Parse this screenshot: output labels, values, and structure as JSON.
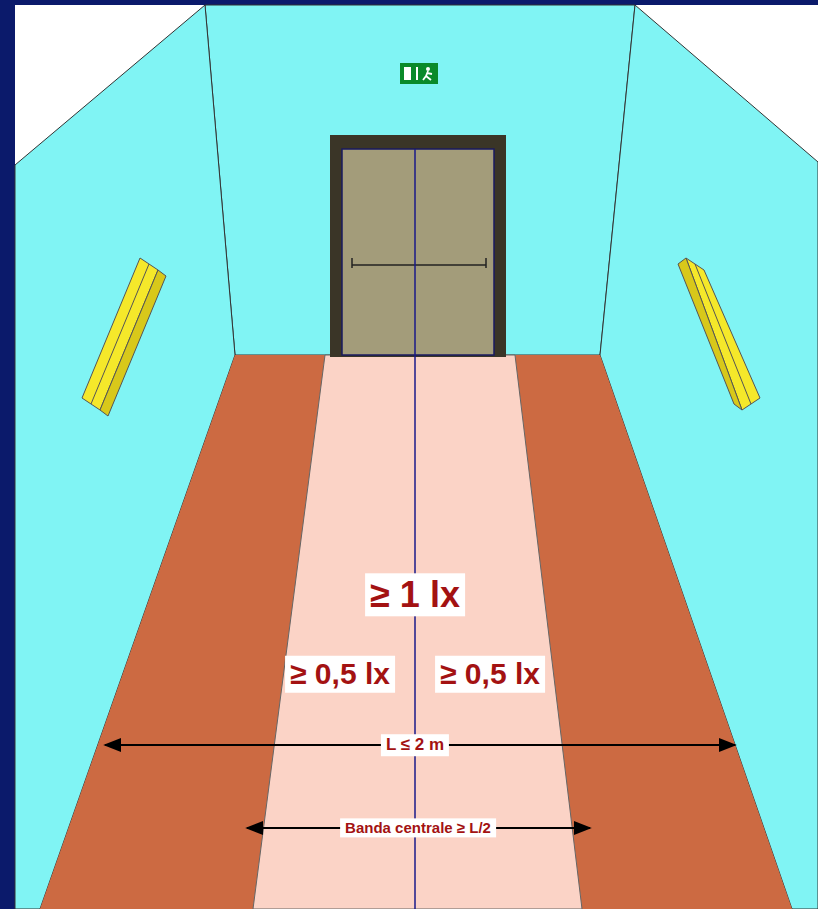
{
  "diagram": {
    "labels": [
      "≥ 1 lx",
      "≥ 0,5 lx",
      "≥ 0,5 lx",
      "L ≤ 2 m",
      "Banda centrale ≥ L/2"
    ]
  }
}
